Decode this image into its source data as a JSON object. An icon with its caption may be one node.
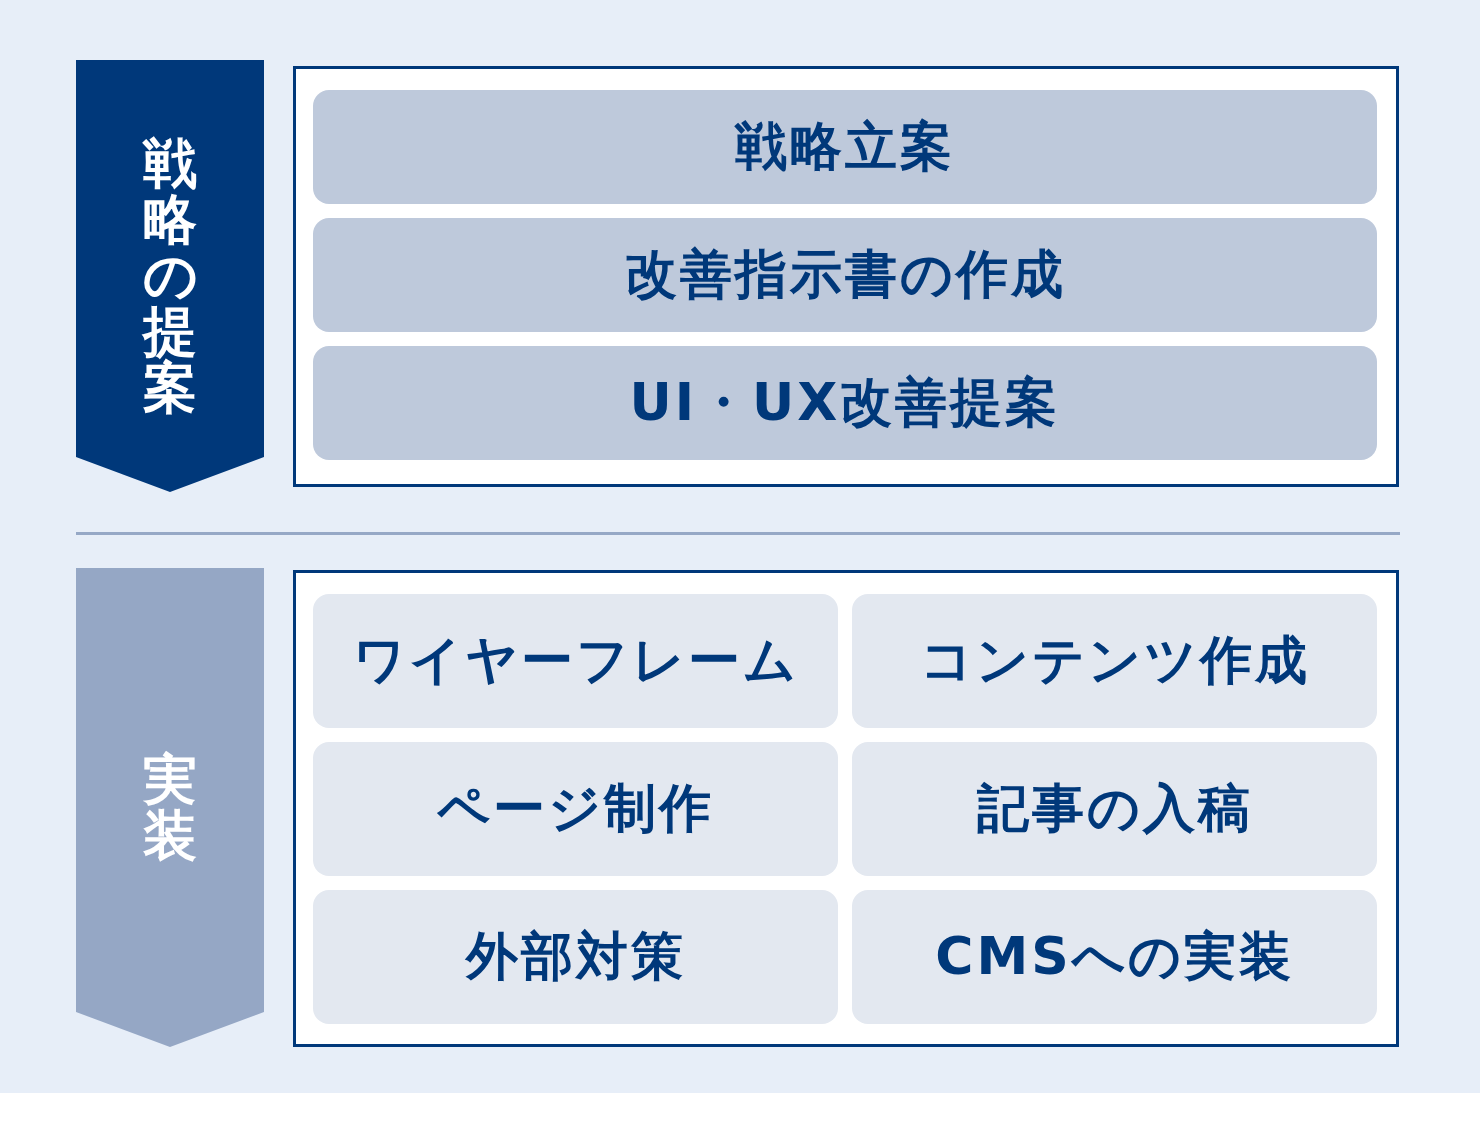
{
  "diagram": {
    "nodes": [
      {
        "text": [
          "戦略の提案"
        ]
      },
      {
        "text": [],
        "shape": "box"
      },
      {
        "text": [
          "戦略立案"
        ],
        "in": 1
      },
      {
        "text": [
          "改善指示書の作成"
        ],
        "in": 1
      },
      {
        "text": [
          "UI・UX改善提案"
        ],
        "in": 1
      },
      {
        "text": [
          "実装"
        ]
      },
      {
        "text": [],
        "shape": "box"
      },
      {
        "text": [
          "ワイヤーフレーム"
        ],
        "in": 6
      },
      {
        "text": [
          "コンテンツ作成"
        ],
        "in": 6
      },
      {
        "text": [
          "ページ制作"
        ],
        "in": 6
      },
      {
        "text": [
          "記事の入稿"
        ],
        "in": 6
      },
      {
        "text": [
          "外部対策"
        ],
        "in": 6
      },
      {
        "text": [
          "CMSへの実装"
        ],
        "in": 6
      }
    ]
  }
}
